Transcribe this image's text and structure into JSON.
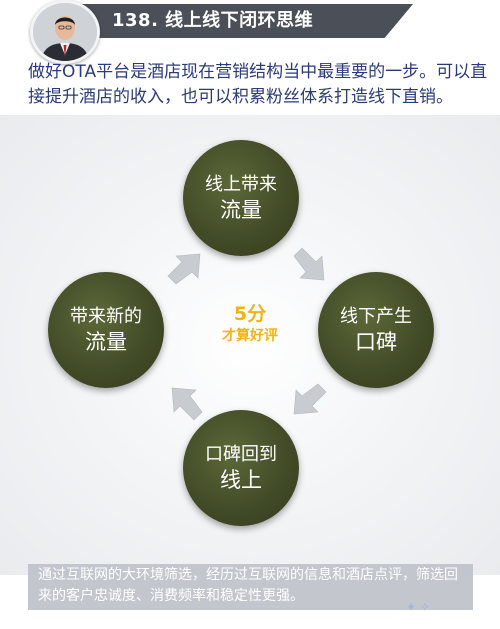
{
  "header": {
    "title": "138. 线上线下闭环思维"
  },
  "intro": {
    "text": "做好OTA平台是酒店现在营销结构当中最重要的一步。可以直接提升酒店的收入，也可以积累粉丝体系打造线下直销。"
  },
  "cycle": {
    "nodes": [
      {
        "line1": "线上带来",
        "line2": "流量"
      },
      {
        "line1": "线下产生",
        "line2": "口碑"
      },
      {
        "line1": "口碑回到",
        "line2": "线上"
      },
      {
        "line1": "带来新的",
        "line2": "流量"
      }
    ],
    "center": {
      "score": "5分",
      "caption": "才算好评"
    }
  },
  "footer": {
    "text": "通过互联网的大环境筛选，经历过互联网的信息和酒店点评，筛选回来的客户忠诚度、消费频率和稳定性更强。"
  },
  "colors": {
    "header_bg": "#4b5058",
    "intro_text": "#2a3a7a",
    "circle": "#434c28",
    "center_text": "#f3b314",
    "arrow": "#c8cbd0",
    "footer_bg": "#c0c3ca"
  }
}
